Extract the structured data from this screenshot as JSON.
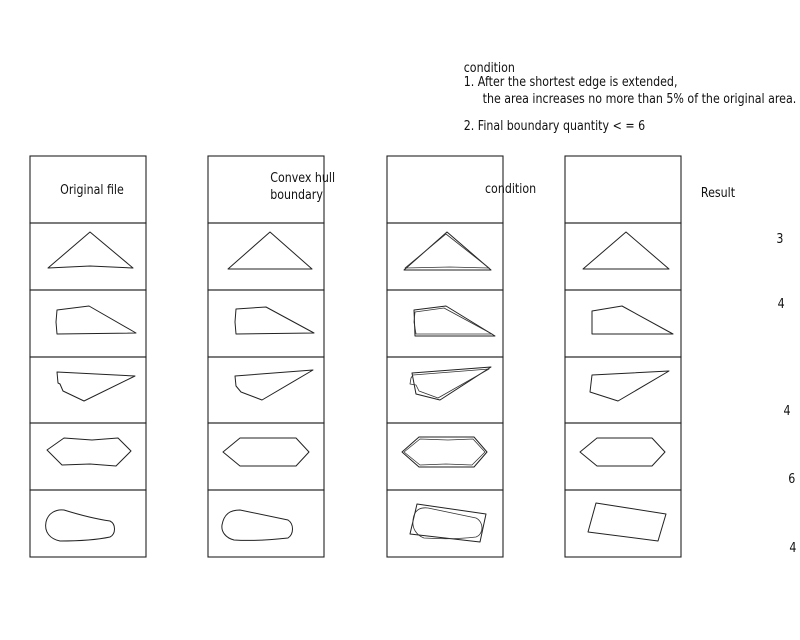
{
  "condition_block": {
    "title": "condition",
    "line1": "1. After the shortest edge is extended,",
    "line2": "the area increases no more than 5% of the original area.",
    "line3": "2. Final boundary quantity < = 6"
  },
  "columns": [
    {
      "header_lines": [
        "Original file"
      ]
    },
    {
      "header_lines": [
        "Convex hull",
        "boundary"
      ]
    },
    {
      "header_lines": [
        "condition"
      ]
    },
    {
      "header_lines": [
        "Result"
      ]
    }
  ],
  "result_counts": [
    "3",
    "4",
    "4",
    "6",
    "4"
  ]
}
